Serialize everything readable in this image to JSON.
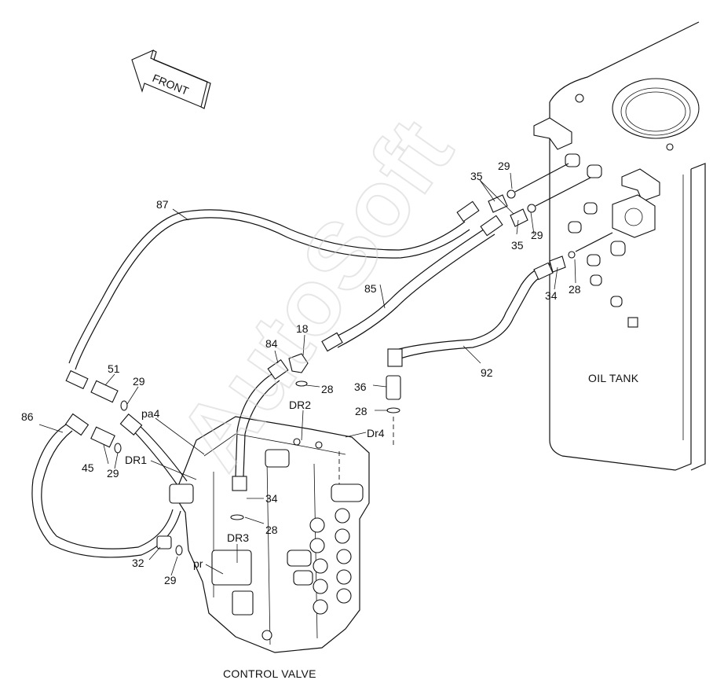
{
  "diagram": {
    "front_label": "FRONT",
    "tank_label": "OIL TANK",
    "valve_label": "CONTROL VALVE",
    "callouts": {
      "c29a": "29",
      "c35a": "35",
      "c29b": "29",
      "c35b": "35",
      "c87": "87",
      "c28a": "28",
      "c34a": "34",
      "c18": "18",
      "c85": "85",
      "c84": "84",
      "c28b": "28",
      "c92": "92",
      "c36": "36",
      "c51": "51",
      "c29c": "29",
      "c28c": "28",
      "c86": "86",
      "c45": "45",
      "c29d": "29",
      "c34b": "34",
      "c28d": "28",
      "c32": "32",
      "c29e": "29"
    },
    "port_labels": {
      "pa4": "pa4",
      "dr1": "DR1",
      "dr2": "DR2",
      "dr3": "DR3",
      "dr4": "Dr4",
      "pr": "pr"
    }
  }
}
